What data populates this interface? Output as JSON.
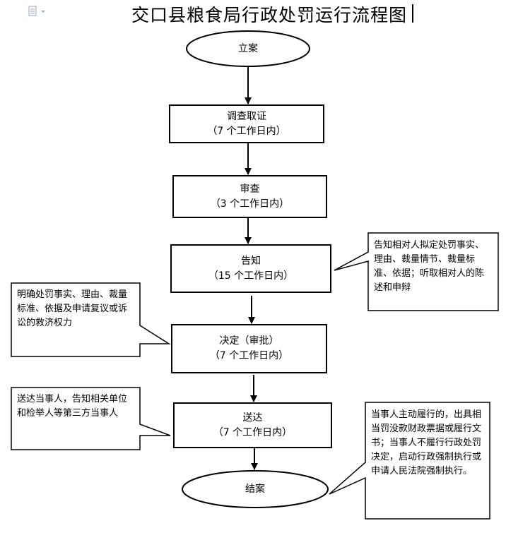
{
  "title": "交口县粮食局行政处罚运行流程图",
  "nodes": {
    "start": "立案",
    "investigate": {
      "label": "调查取证",
      "duration": "（7 个工作日内）"
    },
    "review": {
      "label": "审查",
      "duration": "（3 个工作日内）"
    },
    "notify": {
      "label": "告知",
      "duration": "（15 个工作日内）"
    },
    "decide": {
      "label": "决定（审批）",
      "duration": "（7 个工作日内）"
    },
    "deliver": {
      "label": "送达",
      "duration": "（7 个工作日内）"
    },
    "end": "结案"
  },
  "notes": {
    "notify": "告知相对人拟定处罚事实、理由、裁量情节、裁量标准、依据；听取相对人的陈述和申辩",
    "decide": "明确处罚事实、理由、裁量标准、依据及申请复议或诉讼的救济权力",
    "deliver": "送达当事人，告知相关单位和检举人等第三方当事人",
    "end": "当事人主动履行的，出具相当罚没款财政票据或履行文书；当事人不履行行政处罚决定，启动行政强制执行或申请人民法院强制执行。"
  }
}
